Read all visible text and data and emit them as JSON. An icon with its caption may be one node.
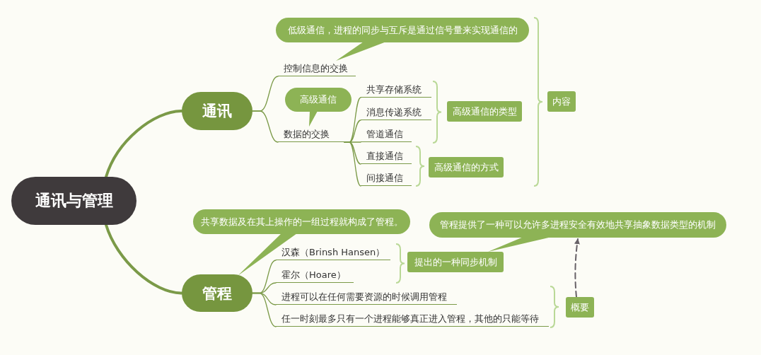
{
  "diagram": {
    "nodes": [
      {
        "text": [
          "通讯与管理"
        ]
      },
      {
        "text": [
          "通讯"
        ]
      },
      {
        "text": [
          "管程"
        ]
      },
      {
        "text": [
          "控制信息的交换"
        ]
      },
      {
        "text": [
          "数据的交换"
        ]
      },
      {
        "text": [
          "共享存储系统"
        ]
      },
      {
        "text": [
          "消息传递系统"
        ]
      },
      {
        "text": [
          "管道通信"
        ]
      },
      {
        "text": [
          "直接通信"
        ]
      },
      {
        "text": [
          "间接通信"
        ]
      },
      {
        "text": [
          "汉森（Brinsh Hansen）"
        ]
      },
      {
        "text": [
          "霍尔（Hoare）"
        ]
      },
      {
        "text": [
          "进程可以在任何需要资源的时候调用管程"
        ]
      },
      {
        "text": [
          "任一时刻最多只有一个进程能够真正进入管程，其他的只能等待"
        ]
      },
      {
        "text": [
          "低级通信，进程的同步与互斥是通过信号量来实现通信的"
        ]
      },
      {
        "text": [
          "高级通信"
        ]
      },
      {
        "text": [
          "共享数据及在其上操作的一组过程就构成了管程。"
        ]
      },
      {
        "text": [
          "管程提供了一种可以允许多进程安全有效地共享抽象数据类型的机制"
        ]
      },
      {
        "text": [
          "高级通信的类型"
        ]
      },
      {
        "text": [
          "高级通信的方式"
        ]
      },
      {
        "text": [
          "内容"
        ]
      },
      {
        "text": [
          "提出的一种同步机制"
        ]
      },
      {
        "text": [
          "概要"
        ]
      }
    ],
    "edges": [
      {
        "from": 0,
        "to": 1,
        "arrow": "none",
        "style": "thick"
      },
      {
        "from": 0,
        "to": 2,
        "arrow": "none",
        "style": "thick"
      },
      {
        "from": 1,
        "to": 3,
        "arrow": "none"
      },
      {
        "from": 1,
        "to": 4,
        "arrow": "none"
      },
      {
        "from": 4,
        "to": 5,
        "arrow": "none"
      },
      {
        "from": 4,
        "to": 6,
        "arrow": "none"
      },
      {
        "from": 4,
        "to": 7,
        "arrow": "none"
      },
      {
        "from": 4,
        "to": 8,
        "arrow": "none"
      },
      {
        "from": 4,
        "to": 9,
        "arrow": "none"
      },
      {
        "from": 2,
        "to": 10,
        "arrow": "none"
      },
      {
        "from": 2,
        "to": 11,
        "arrow": "none"
      },
      {
        "from": 2,
        "to": 12,
        "arrow": "none"
      },
      {
        "from": 2,
        "to": 13,
        "arrow": "none"
      },
      {
        "from": 22,
        "to": 17,
        "arrow": "to",
        "style": "dashed",
        "color": "#676167"
      },
      {
        "from": 14,
        "to": 3,
        "arrow": "none",
        "color": "#8db355"
      },
      {
        "from": 15,
        "to": 4,
        "arrow": "none",
        "color": "#8db355"
      },
      {
        "from": 16,
        "to": 2,
        "arrow": "none",
        "color": "#8db355"
      },
      {
        "from": 17,
        "to": 21,
        "arrow": "none",
        "color": "#8db355"
      }
    ]
  }
}
